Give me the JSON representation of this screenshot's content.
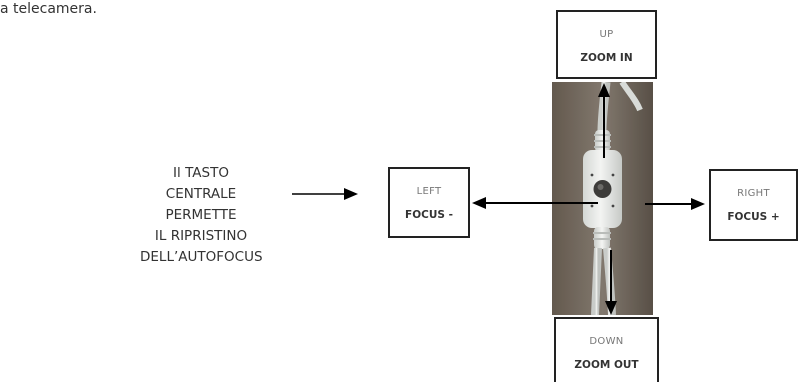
{
  "intro_text": "a telecamera.",
  "center_note": {
    "line1": "Il TASTO CENTRALE PERMETTE",
    "line2": "IL RIPRISTINO",
    "line3": "DELL’AUTOFOCUS"
  },
  "buttons": {
    "up": {
      "direction": "UP",
      "function": "ZOOM IN"
    },
    "left": {
      "direction": "LEFT",
      "function": "FOCUS -"
    },
    "right": {
      "direction": "RIGHT",
      "function": "FOCUS +"
    },
    "down": {
      "direction": "DOWN",
      "function": "ZOOM OUT"
    }
  },
  "colors": {
    "box_border": "#222222",
    "arrow": "#000000",
    "photo_background": "#7a6f62",
    "controller_body": "#eef0ee"
  }
}
